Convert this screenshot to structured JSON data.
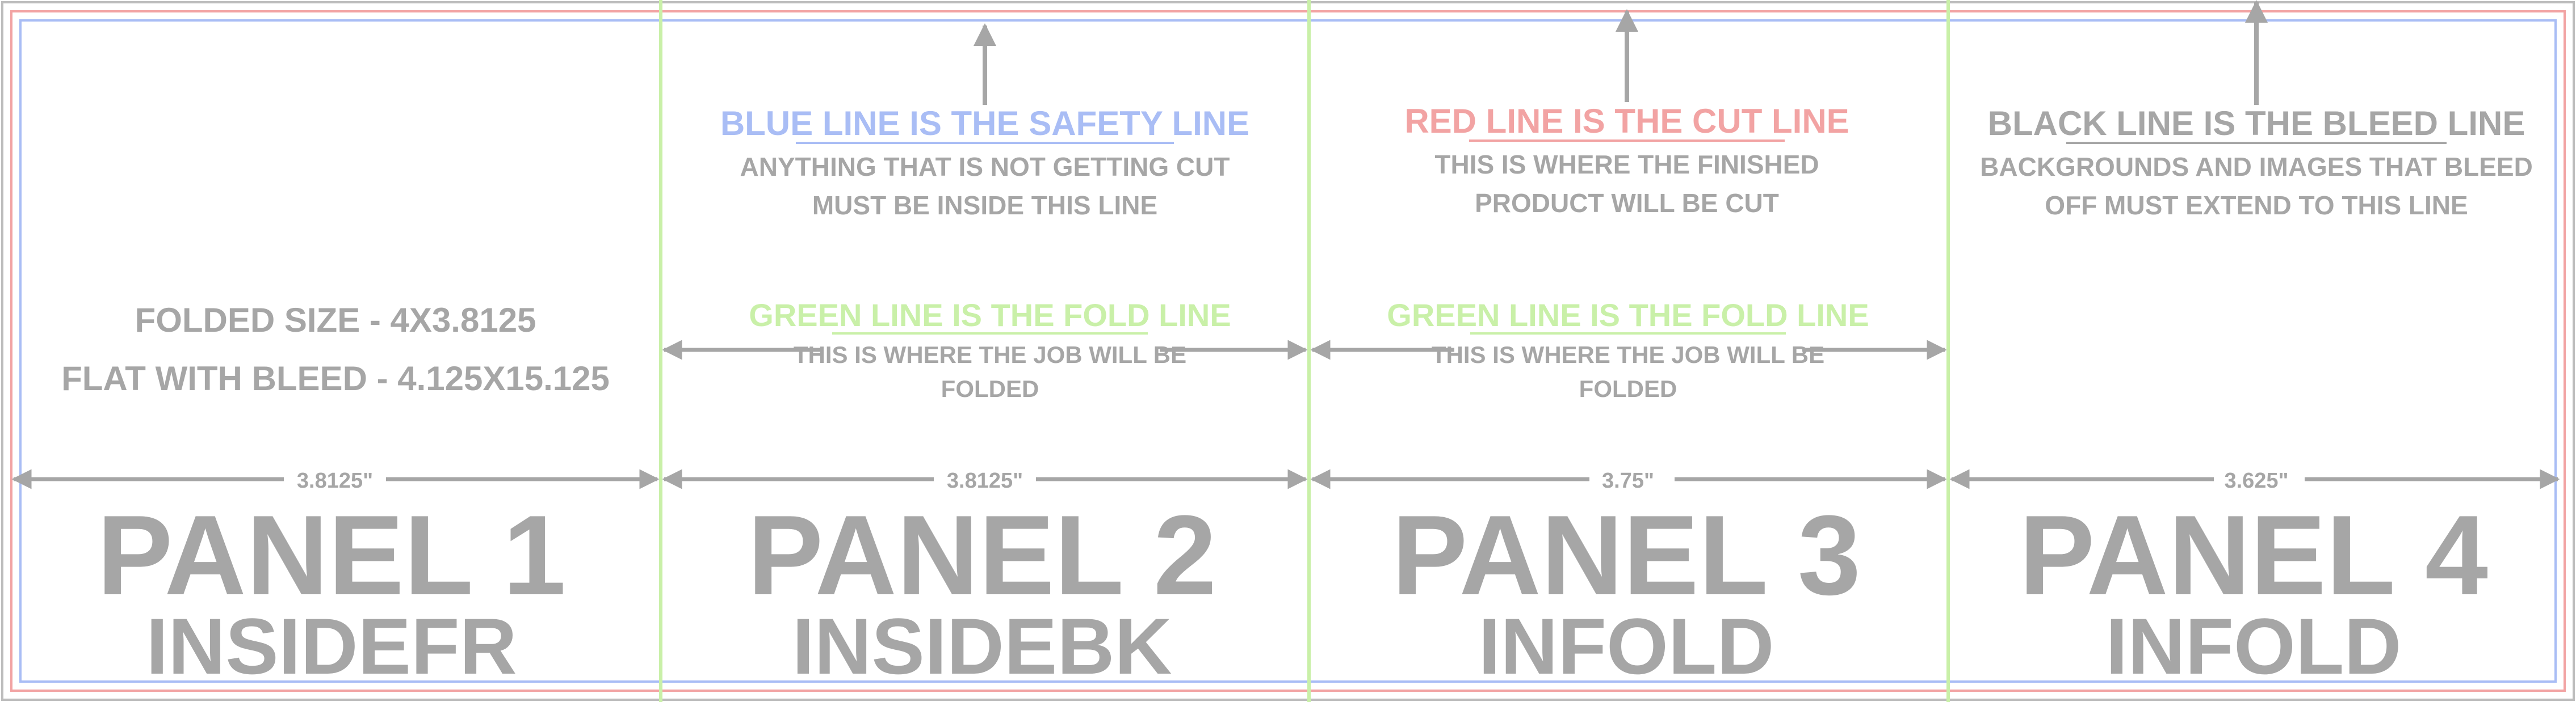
{
  "colors": {
    "text": "#a6a6a6",
    "arrow": "#a6a6a6",
    "safety_line": "#a9bdf5",
    "cut_line": "#f2a3a3",
    "bleed_line": "#bdbdbd",
    "fold_line": "#c9f0a8"
  },
  "info": {
    "folded_size": "FOLDED SIZE - 4X3.8125",
    "flat_with_bleed": "FLAT WITH BLEED - 4.125X15.125"
  },
  "panels": [
    {
      "title": "PANEL 1",
      "subtitle": "INSIDEFR",
      "width_label": "3.8125\""
    },
    {
      "title": "PANEL 2",
      "subtitle": "INSIDEBK",
      "width_label": "3.8125\""
    },
    {
      "title": "PANEL 3",
      "subtitle": "INFOLD",
      "width_label": "3.75\""
    },
    {
      "title": "PANEL 4",
      "subtitle": "INFOLD",
      "width_label": "3.625\""
    }
  ],
  "notes": {
    "safety": {
      "heading": "BLUE LINE IS THE SAFETY LINE",
      "line1": "ANYTHING THAT IS NOT GETTING CUT",
      "line2": "MUST BE INSIDE THIS LINE"
    },
    "cut": {
      "heading": "RED LINE IS THE CUT LINE",
      "line1": "THIS IS WHERE THE FINISHED",
      "line2": "PRODUCT WILL BE CUT"
    },
    "bleed": {
      "heading": "BLACK LINE IS THE BLEED LINE",
      "line1": "BACKGROUNDS AND IMAGES THAT BLEED",
      "line2": "OFF MUST EXTEND TO THIS LINE"
    },
    "fold_1": {
      "heading": "GREEN LINE IS THE FOLD LINE",
      "line1": "THIS IS WHERE THE JOB WILL BE",
      "line2": "FOLDED"
    },
    "fold_2": {
      "heading": "GREEN LINE IS THE FOLD LINE",
      "line1": "THIS IS WHERE THE JOB WILL BE",
      "line2": "FOLDED"
    }
  }
}
